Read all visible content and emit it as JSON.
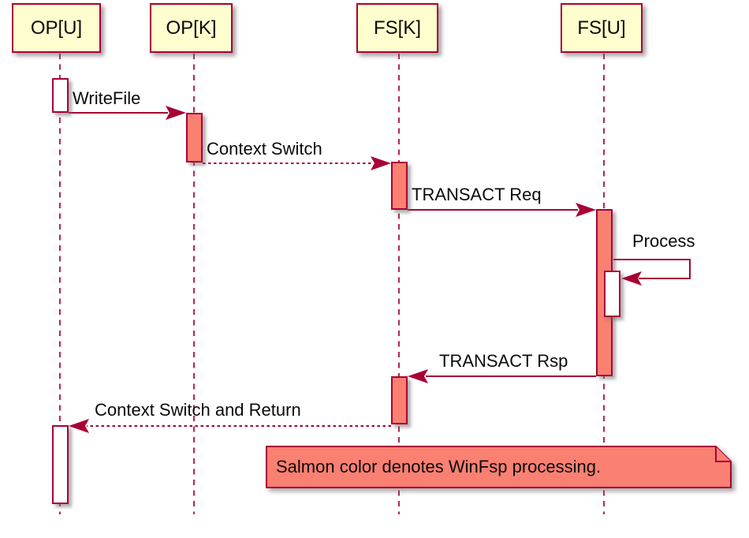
{
  "diagram": {
    "type": "sequence-diagram",
    "participants": [
      {
        "id": "op-u",
        "label": "OP[U]"
      },
      {
        "id": "op-k",
        "label": "OP[K]"
      },
      {
        "id": "fs-k",
        "label": "FS[K]"
      },
      {
        "id": "fs-u",
        "label": "FS[U]"
      }
    ],
    "messages": [
      {
        "label": "WriteFile",
        "from": "OP[U]",
        "to": "OP[K]",
        "line": "solid",
        "direction": "right"
      },
      {
        "label": "Context Switch",
        "from": "OP[K]",
        "to": "FS[K]",
        "line": "dashed",
        "direction": "right"
      },
      {
        "label": "TRANSACT Req",
        "from": "FS[K]",
        "to": "FS[U]",
        "line": "solid",
        "direction": "right"
      },
      {
        "label": "Process",
        "from": "FS[U]",
        "to": "FS[U]",
        "line": "solid",
        "direction": "self"
      },
      {
        "label": "TRANSACT Rsp",
        "from": "FS[U]",
        "to": "FS[K]",
        "line": "solid",
        "direction": "left"
      },
      {
        "label": "Context Switch and Return",
        "from": "FS[K]",
        "to": "OP[U]",
        "line": "dashed",
        "direction": "left"
      }
    ],
    "note": {
      "text": "Salmon color denotes WinFsp processing."
    },
    "colors": {
      "accent": "#A80036",
      "salmon": "#FA8072",
      "participant_fill": "#FEFECE",
      "text": "#0a0a0a"
    }
  }
}
